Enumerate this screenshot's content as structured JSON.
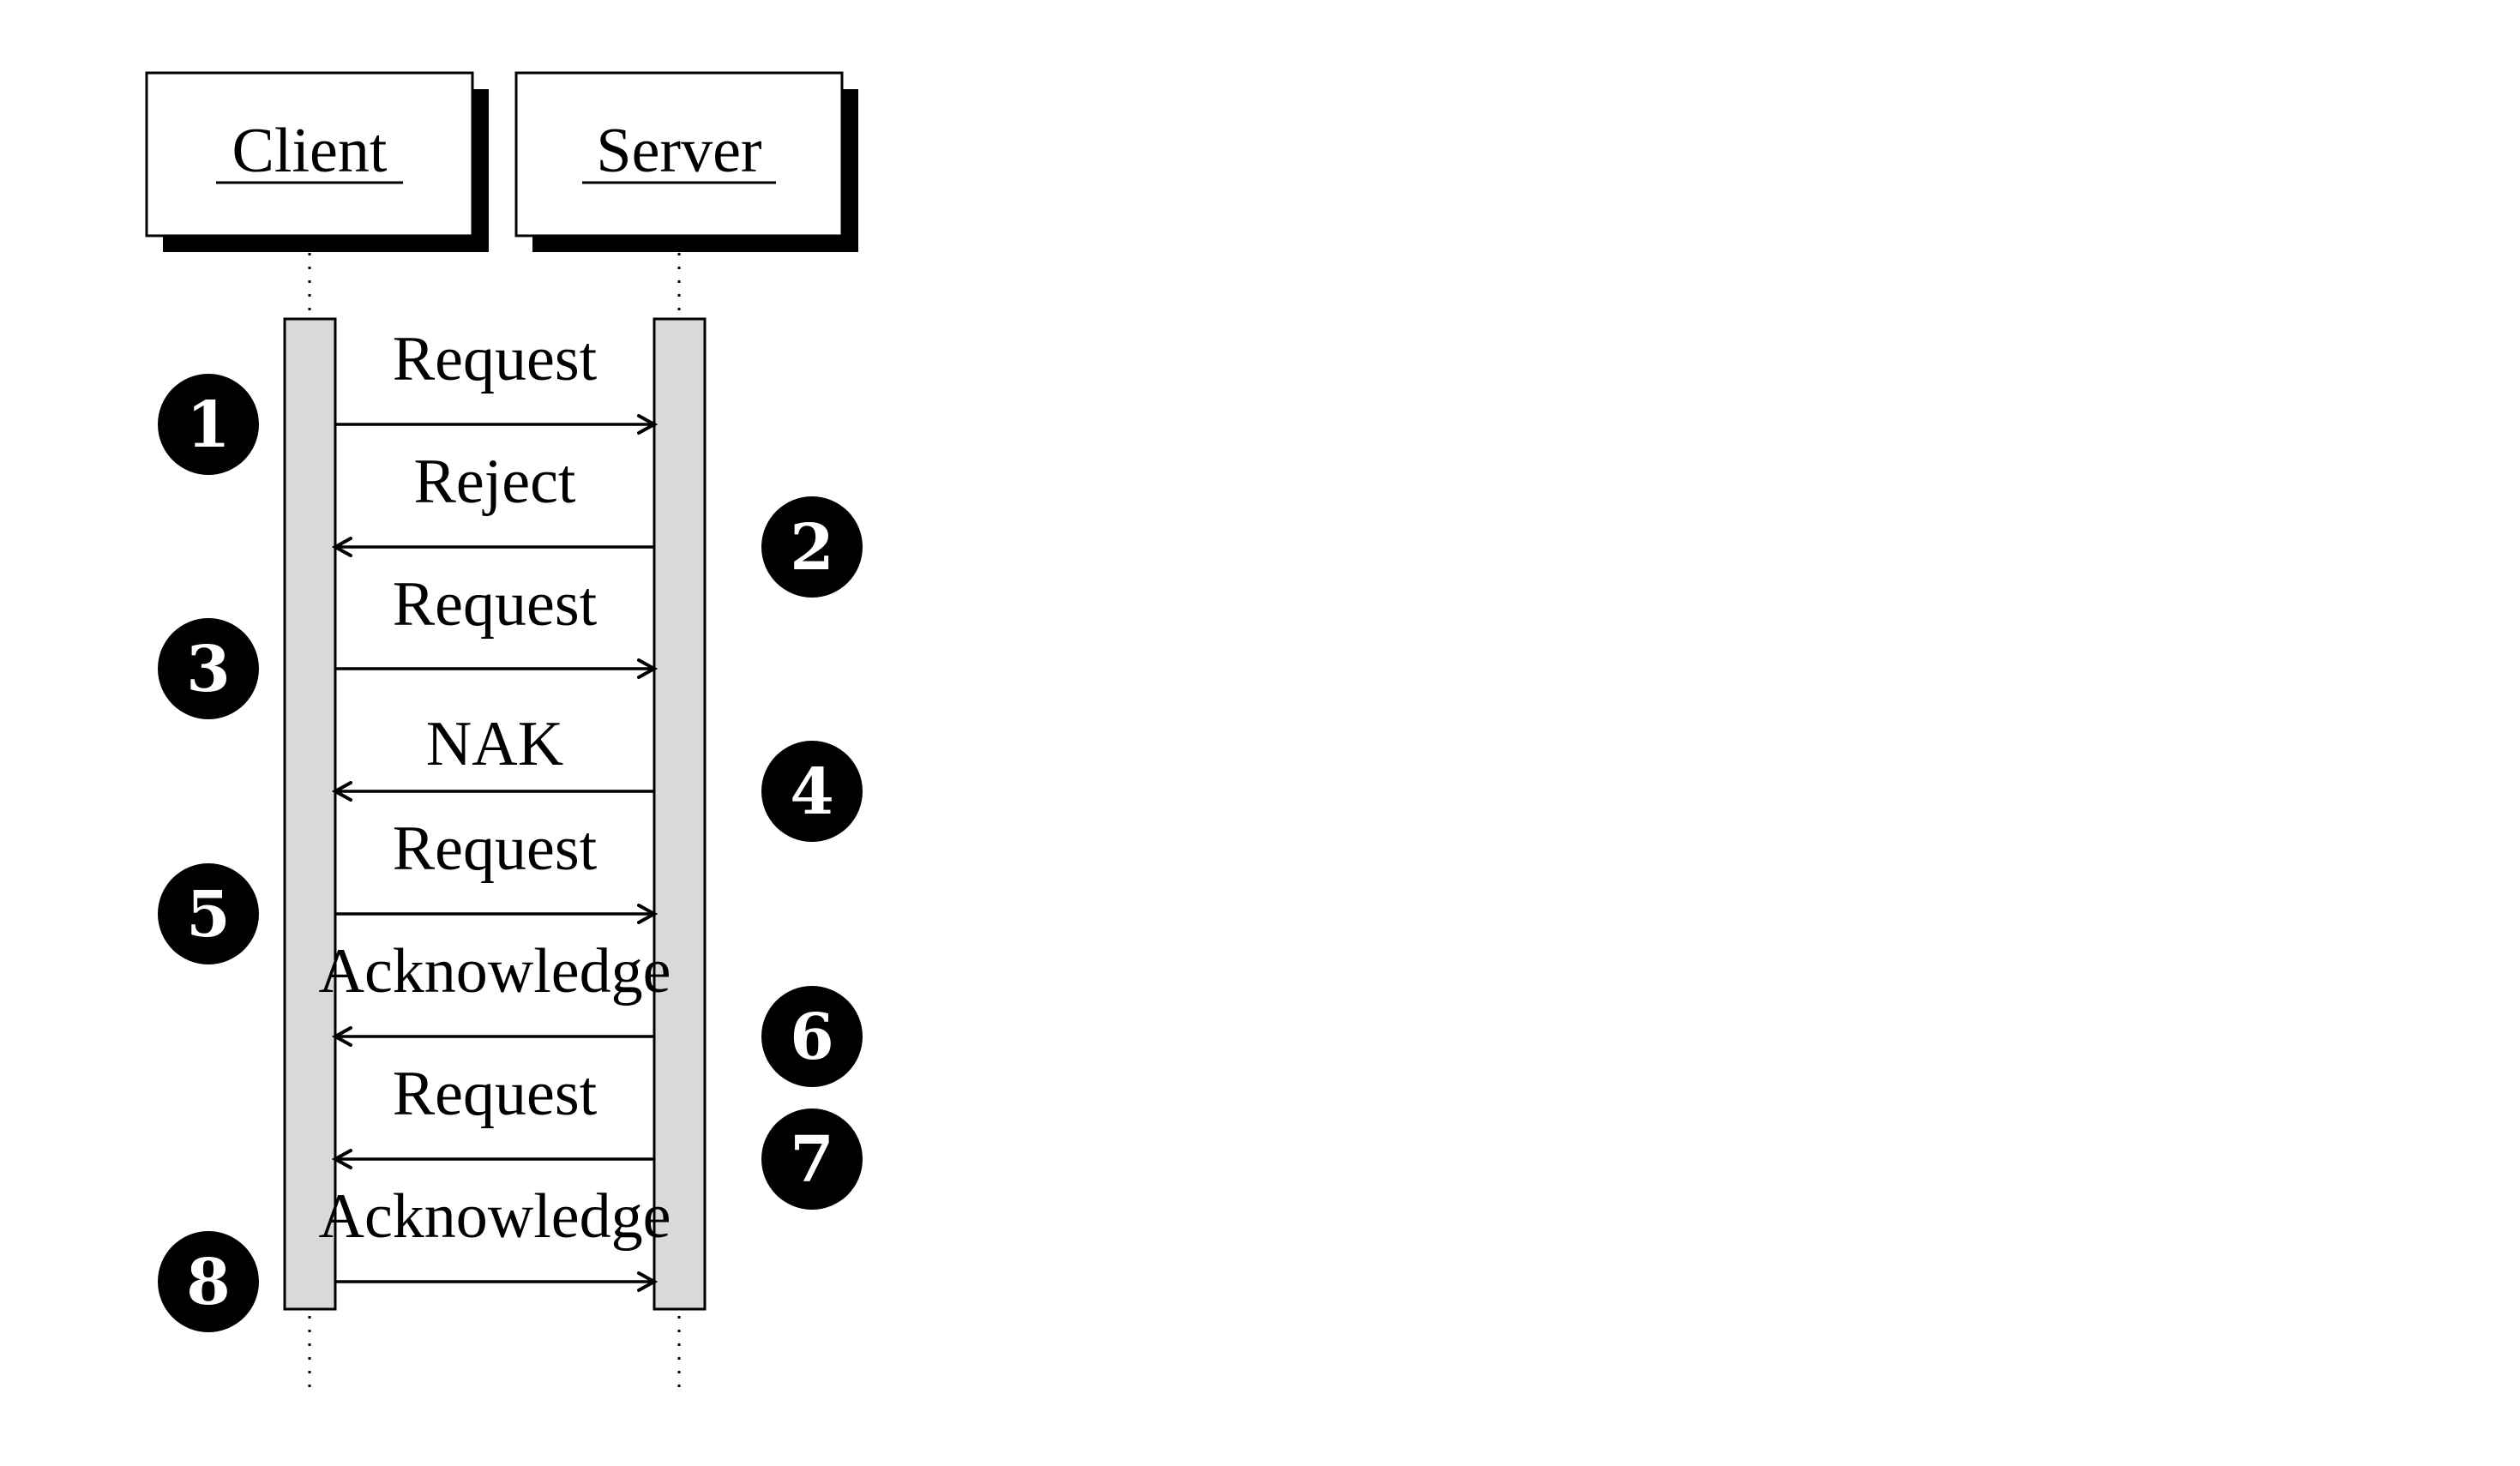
{
  "participants": [
    {
      "name": "Client"
    },
    {
      "name": "Server"
    }
  ],
  "messages": [
    {
      "step": "1",
      "label": "Request",
      "from": "Client",
      "to": "Server"
    },
    {
      "step": "2",
      "label": "Reject",
      "from": "Server",
      "to": "Client"
    },
    {
      "step": "3",
      "label": "Request",
      "from": "Client",
      "to": "Server"
    },
    {
      "step": "4",
      "label": "NAK",
      "from": "Server",
      "to": "Client"
    },
    {
      "step": "5",
      "label": "Request",
      "from": "Client",
      "to": "Server"
    },
    {
      "step": "6",
      "label": "Acknowledge",
      "from": "Server",
      "to": "Client"
    },
    {
      "step": "7",
      "label": "Request",
      "from": "Server",
      "to": "Client"
    },
    {
      "step": "8",
      "label": "Acknowledge",
      "from": "Client",
      "to": "Server"
    }
  ],
  "colors": {
    "stroke": "#000000",
    "activation_fill": "#d9d9d9",
    "badge_fill": "#000000",
    "badge_text": "#ffffff"
  }
}
